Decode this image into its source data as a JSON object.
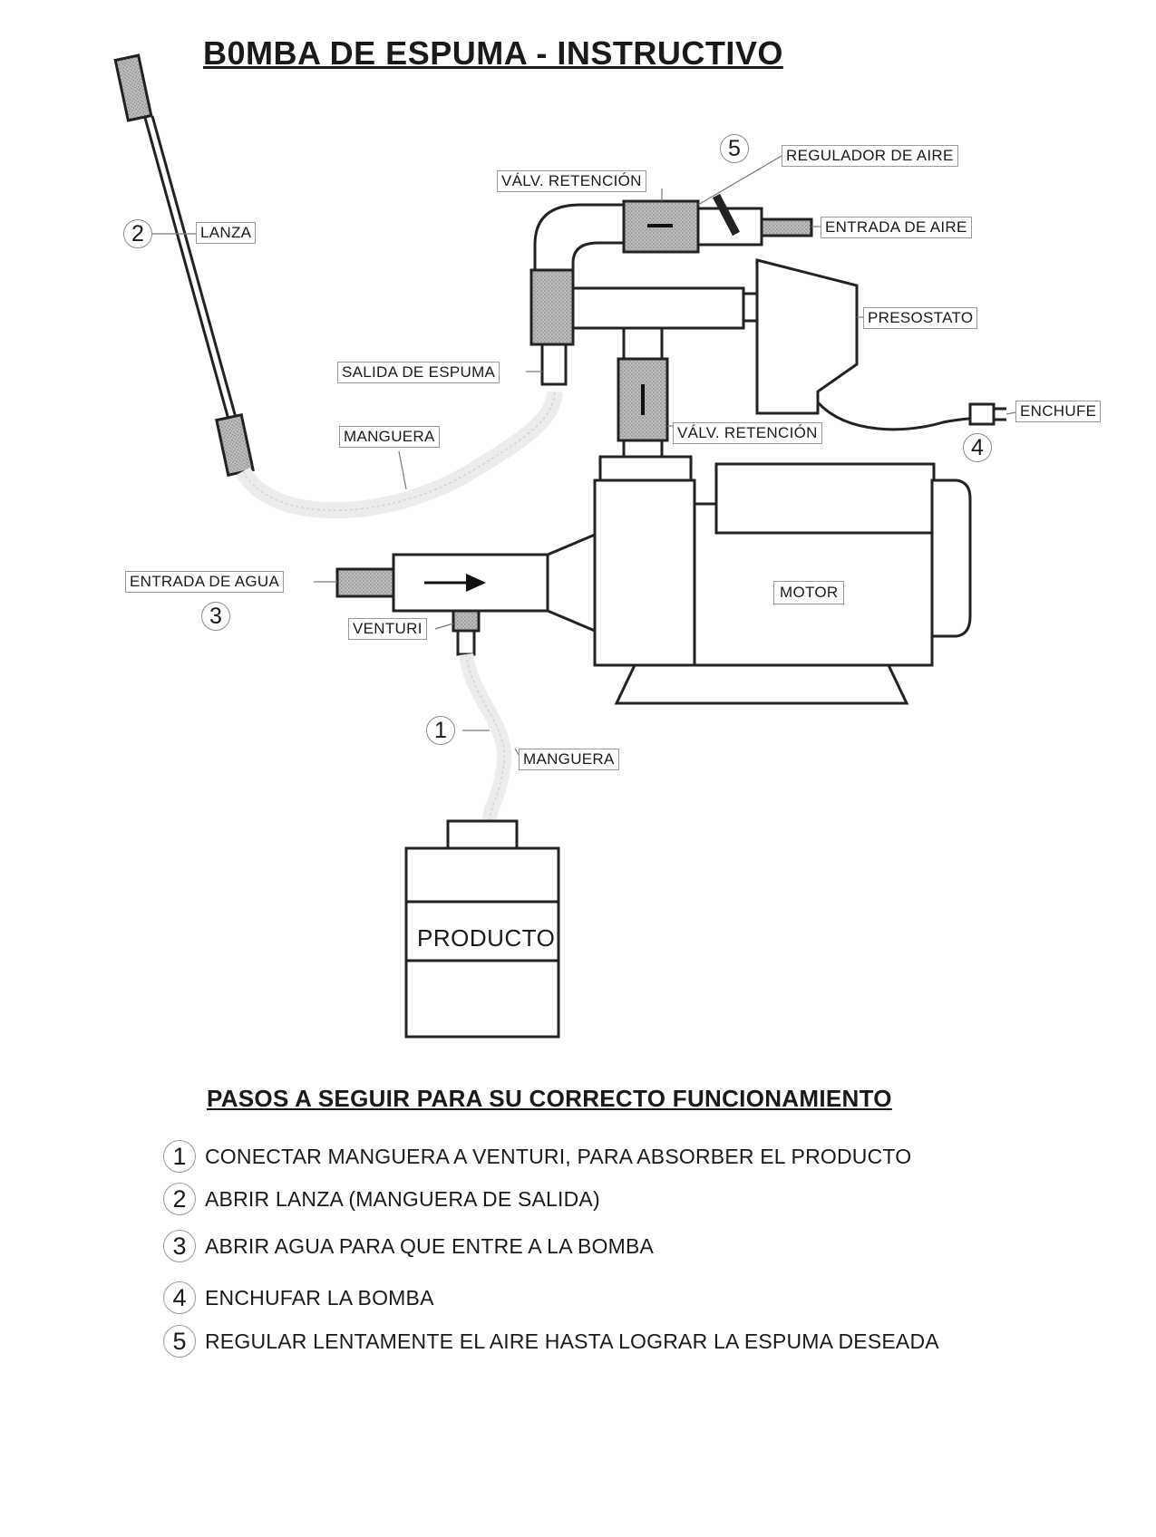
{
  "title": "B0MBA DE ESPUMA - INSTRUCTIVO",
  "labels": {
    "lanza": "LANZA",
    "regulador_aire": "REGULADOR  DE AIRE",
    "valv_retencion_top": "VÁLV. RETENCIÓN",
    "entrada_aire": "ENTRADA DE AIRE",
    "presostato": "PRESOSTATO",
    "salida_espuma": "SALIDA DE ESPUMA",
    "manguera_top": "MANGUERA",
    "valv_retencion_mid": "VÁLV. RETENCIÓN",
    "enchufe": "ENCHUFE",
    "entrada_agua": "ENTRADA DE AGUA",
    "venturi": "VENTURI",
    "motor": "MOTOR",
    "manguera_bottom": "MANGUERA",
    "producto": "PRODUCTO"
  },
  "callouts": {
    "n1": "1",
    "n2": "2",
    "n3": "3",
    "n4": "4",
    "n5": "5"
  },
  "steps_title": "PASOS A SEGUIR PARA SU CORRECTO FUNCIONAMIENTO",
  "steps": [
    {
      "num": "1",
      "text": "CONECTAR MANGUERA  A VENTURI, PARA  ABSORBER EL PRODUCTO"
    },
    {
      "num": "2",
      "text": "ABRIR LANZA (MANGUERA DE SALIDA)"
    },
    {
      "num": "3",
      "text": "ABRIR  AGUA PARA QUE ENTRE A LA BOMBA"
    },
    {
      "num": "4",
      "text": "ENCHUFAR LA BOMBA"
    },
    {
      "num": "5",
      "text": "REGULAR LENTAMENTE EL AIRE HASTA LOGRAR LA ESPUMA DESEADA"
    }
  ]
}
